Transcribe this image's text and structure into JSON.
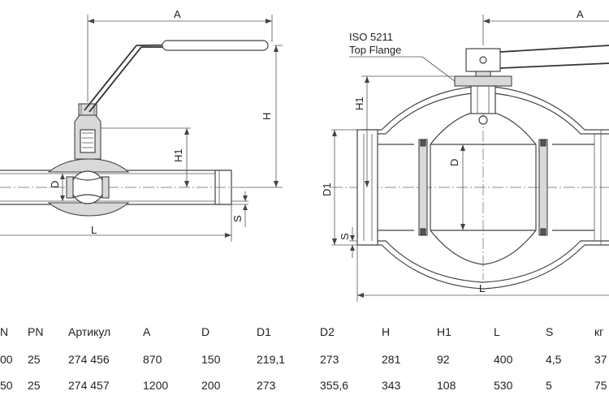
{
  "drawing": {
    "labels": {
      "dim_a": "A",
      "dim_h": "H",
      "dim_h1": "H1",
      "dim_d": "D",
      "dim_d1": "D1",
      "dim_l": "L",
      "dim_s": "S",
      "iso_line1": "ISO 5211",
      "iso_line2": "Top Flange"
    }
  },
  "table": {
    "headers": [
      "N",
      "PN",
      "Артикул",
      "A",
      "D",
      "D1",
      "D2",
      "H",
      "H1",
      "L",
      "S",
      "кг"
    ],
    "rows": [
      [
        "00",
        "25",
        "274 456",
        "870",
        "150",
        "219,1",
        "273",
        "281",
        "92",
        "400",
        "4,5",
        "37"
      ],
      [
        "50",
        "25",
        "274 457",
        "1200",
        "200",
        "273",
        "355,6",
        "343",
        "108",
        "530",
        "5",
        "75"
      ]
    ]
  }
}
